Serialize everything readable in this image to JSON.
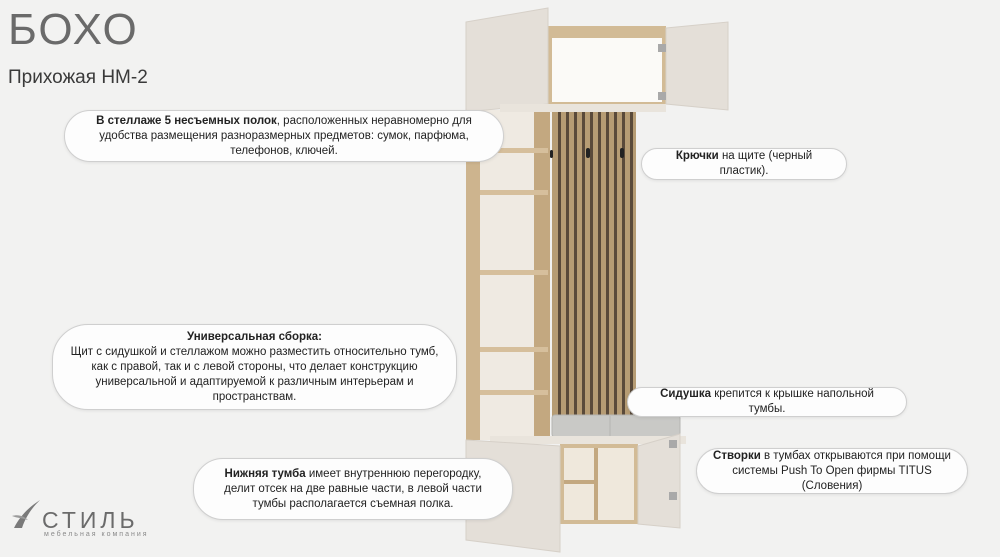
{
  "header": {
    "title": "БОХО",
    "subtitle": "Прихожая НМ-2"
  },
  "callouts": {
    "shelves": {
      "bold": "В стеллаже 5 несъемных полок",
      "text": ", расположенных неравномерно для удобства размещения разноразмерных предметов: сумок, парфюма, телефонов, ключей."
    },
    "hooks": {
      "bold": "Крючки",
      "text": " на щите (черный пластик)."
    },
    "assembly": {
      "bold": "Универсальная сборка:",
      "text": "Щит с сидушкой и стеллажом можно разместить относительно тумб, как с правой, так и с левой стороны, что делает конструкцию универсальной и адаптируемой к различным интерьерам и пространствам."
    },
    "seat": {
      "bold": "Сидушка",
      "text": " крепится к крышке напольной тумбы."
    },
    "bottom_cabinet": {
      "bold": "Нижняя тумба",
      "text": " имеет внутреннюю перегородку, делит отсек на две равные части, в левой части тумбы располагается съемная полка."
    },
    "doors": {
      "bold": "Створки",
      "text": " в тумбах открываются при помощи системы Push To Open фирмы TITUS (Словения)"
    }
  },
  "logo": {
    "name": "СТИЛЬ",
    "tagline": "мебельная компания"
  },
  "colors": {
    "background": "#f2f2f1",
    "oak": "#cdb48e",
    "door": "#e4dfd8",
    "slat": "#5a4a3a",
    "seat": "#c9c9c6"
  }
}
